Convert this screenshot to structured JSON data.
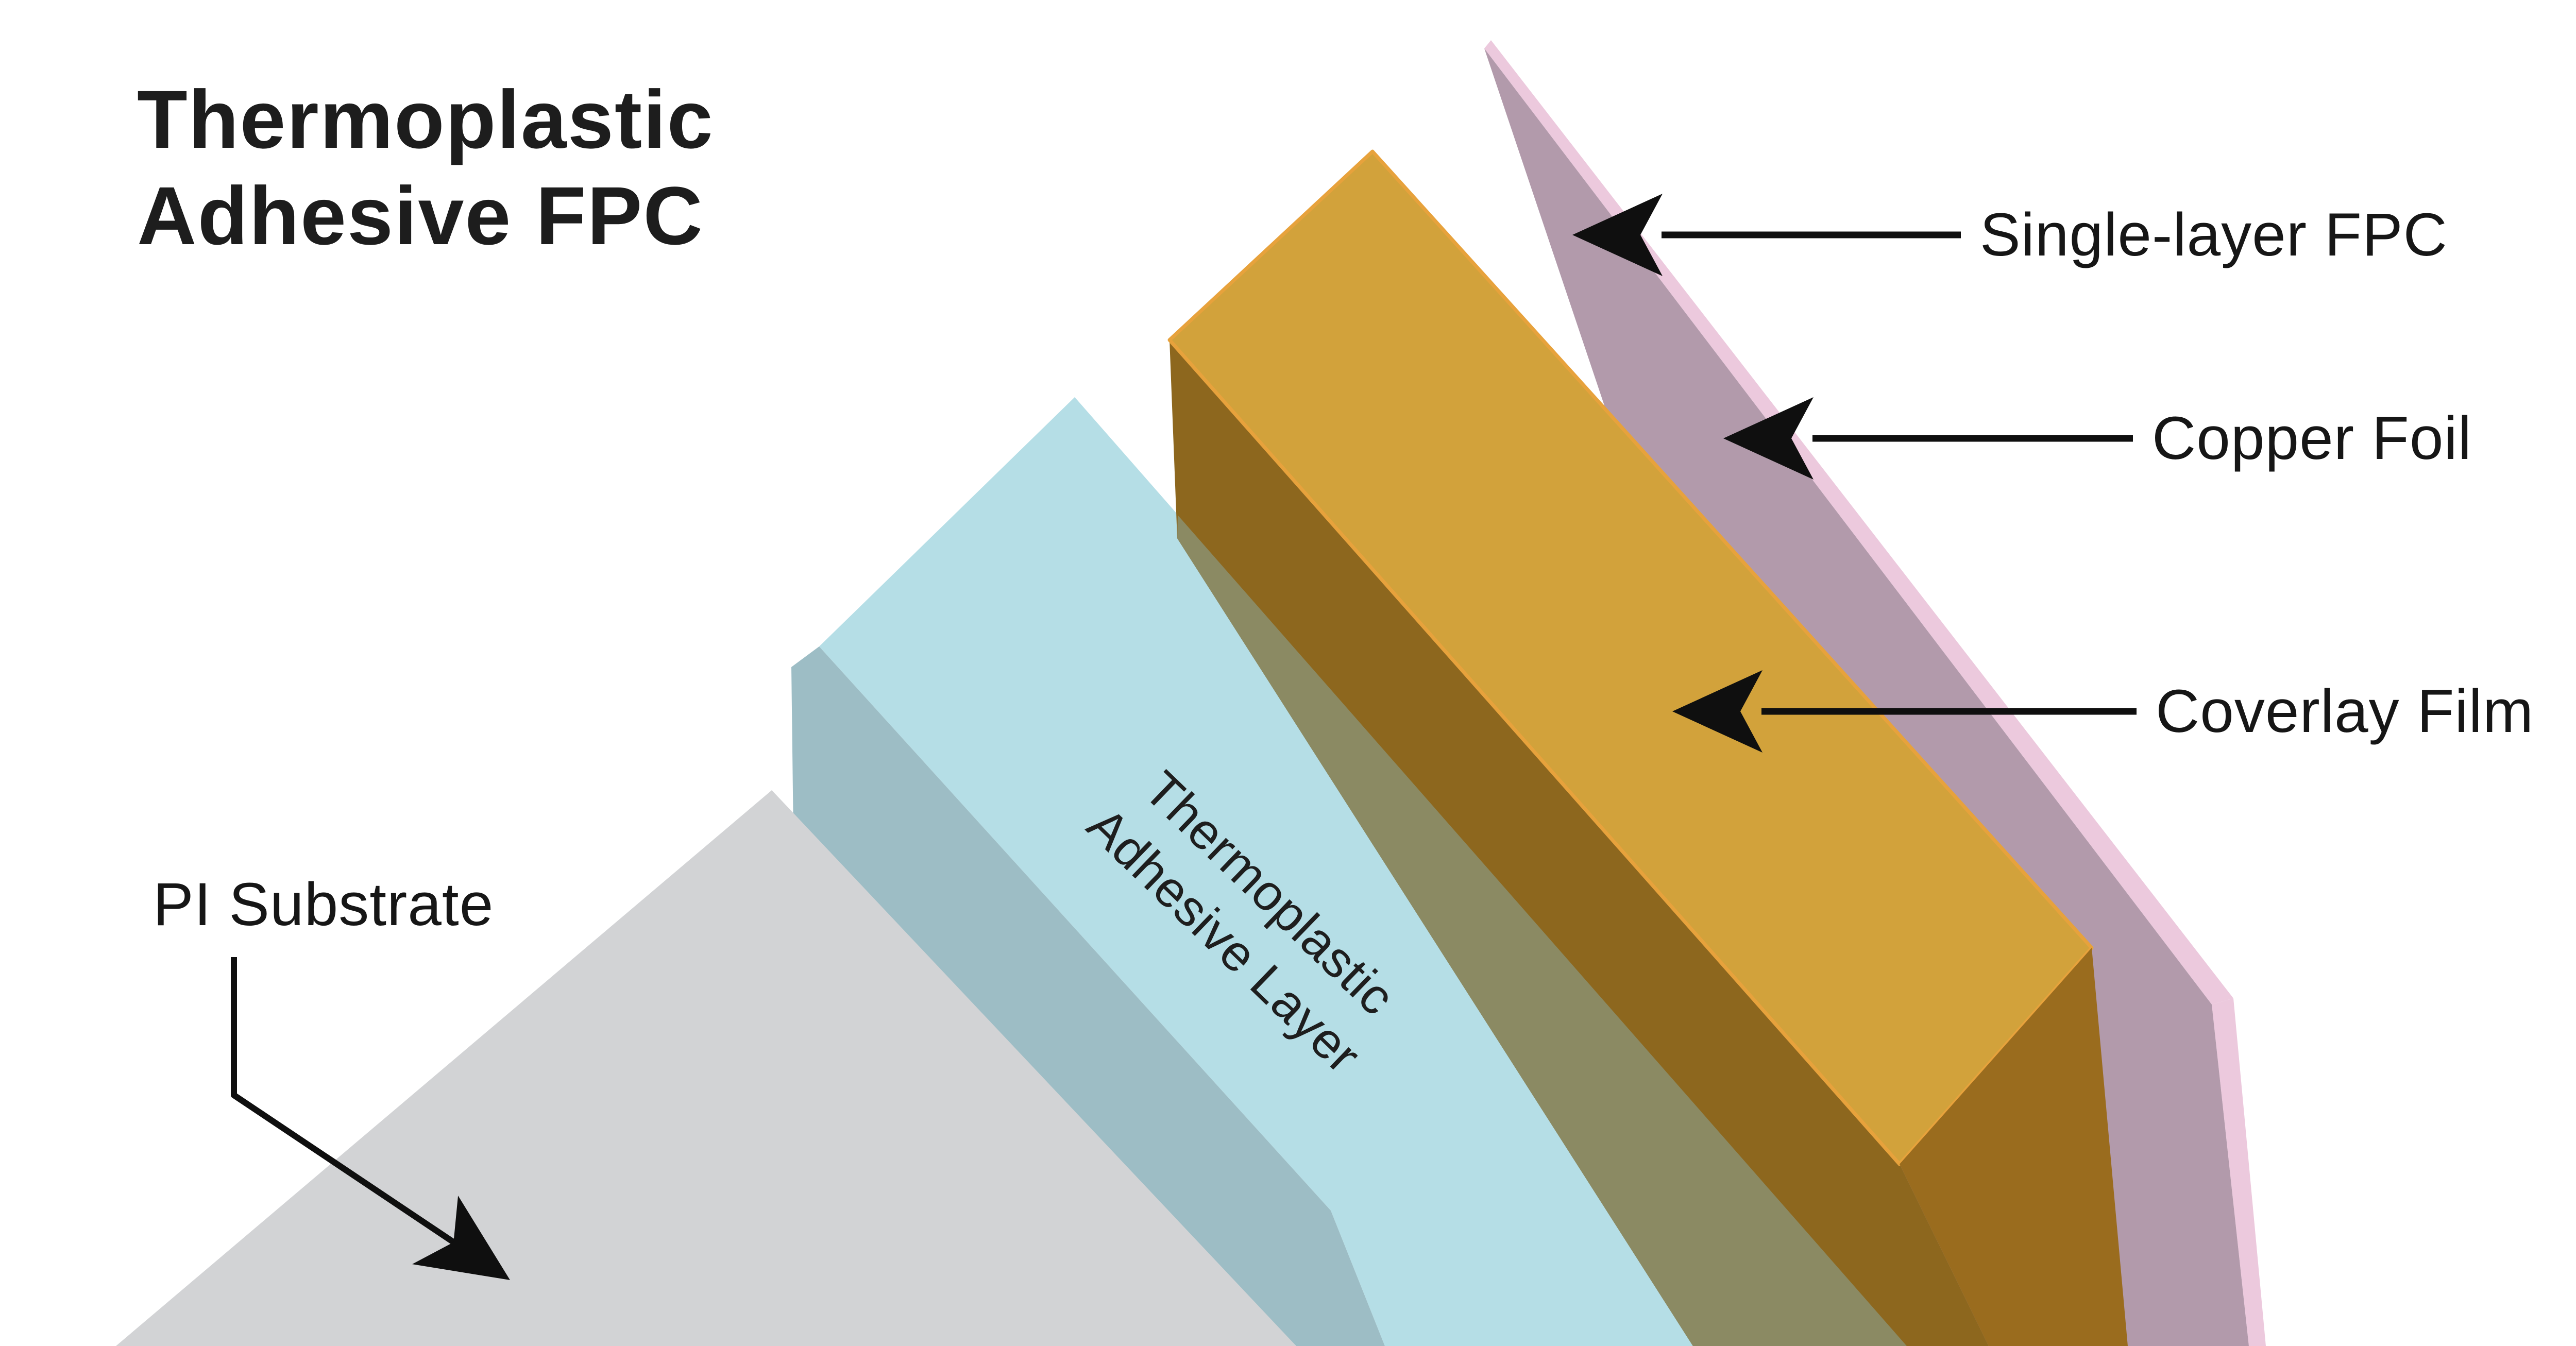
{
  "title": {
    "text": "Thermoplastic Adhesive FPC",
    "line1": "Thermoplastic",
    "line2": "Adhesive FPC"
  },
  "callouts": {
    "single_layer_fpc": "Single-layer FPC",
    "copper_foil": "Copper Foil",
    "coverlay_film": "Coverlay Film",
    "pi_substrate": "PI Substrate"
  },
  "layer_text": {
    "thermoplastic_adhesive_layer": "Thermoplastic\nAdhesive Layer"
  },
  "colors": {
    "background": "#ffffff",
    "title_text": "#1d1d1d",
    "label_text": "#161616",
    "arrow": "#0f0f0f",
    "pi_substrate_top": "#d2d3d5",
    "adhesive_top": "#b5dee6",
    "adhesive_front": "#9dbdc5",
    "coverlay_top": "#d2a23b",
    "coverlay_left_face": "#8d671e",
    "coverlay_right_face": "#9a6c1e",
    "coverlay_edge_stroke": "#e7a23c",
    "overlap_olive": "#8b8a63",
    "fpc_front": "#b29aab",
    "fpc_edge": "#ecc9dd"
  },
  "diagram": {
    "type": "isometric-layer-stack",
    "layers": [
      {
        "id": "pi-substrate",
        "label": "PI Substrate",
        "color_key": "pi_substrate_top"
      },
      {
        "id": "thermoplastic-adhesive-layer",
        "label": "Thermoplastic Adhesive Layer",
        "color_key": "adhesive_top"
      },
      {
        "id": "coverlay-film",
        "label": "Coverlay Film",
        "color_key": "coverlay_top"
      },
      {
        "id": "copper-foil",
        "label": "Copper Foil",
        "color_key": "fpc_front"
      },
      {
        "id": "single-layer-fpc",
        "label": "Single-layer FPC",
        "color_key": "fpc_edge"
      }
    ]
  }
}
